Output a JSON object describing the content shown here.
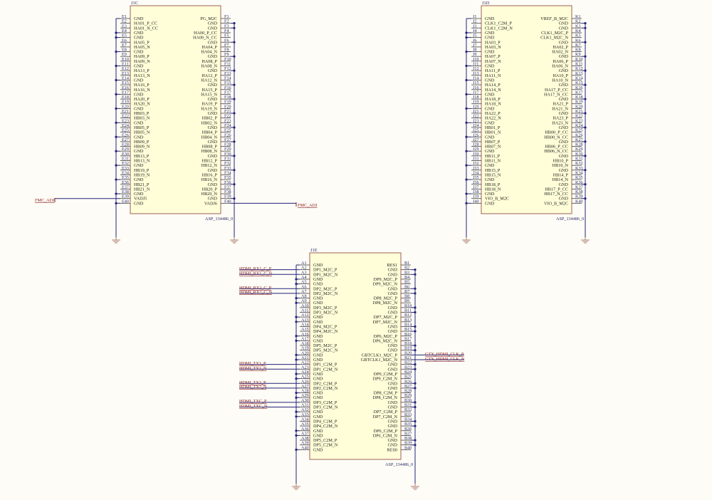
{
  "parts": [
    {
      "id": "j1c",
      "designator": "J1C",
      "comment": "ASP_134486_0",
      "left_prefix": "E",
      "right_prefix": "F",
      "left_names": [
        "GND",
        "HA01_P_CC",
        "HA01_N_CC",
        "GND",
        "GND",
        "HA05_P",
        "HA05_N",
        "GND",
        "HA09_P",
        "HA09_N",
        "GND",
        "HA13_P",
        "HA13_N",
        "GND",
        "HA16_P",
        "HA16_N",
        "GND",
        "HA20_P",
        "HA20_N",
        "GND",
        "HB03_P",
        "HB03_N",
        "GND",
        "HB05_P",
        "HB05_N",
        "GND",
        "HB09_P",
        "HB09_N",
        "GND",
        "HB13_P",
        "HB13_N",
        "GND",
        "HB19_P",
        "HB19_N",
        "GND",
        "HB21_P",
        "HB21_N",
        "GND",
        "VADJ5",
        "GND"
      ],
      "right_names": [
        "PG_M2C",
        "GND",
        "GND",
        "HA00_P_CC",
        "HA00_N_CC",
        "GND",
        "HA04_P",
        "HA04_N",
        "GND",
        "HA08_P",
        "HA08_N",
        "GND",
        "HA12_P",
        "HA12_N",
        "GND",
        "HA15_P",
        "HA15_N",
        "GND",
        "HA19_P",
        "HA19_N",
        "GND",
        "HB02_P",
        "HB02_N",
        "GND",
        "HB04_P",
        "HB04_N",
        "GND",
        "HB08_P",
        "HB08_N",
        "GND",
        "HB12_P",
        "HB12_N",
        "GND",
        "HB16_P",
        "HB16_N",
        "GND",
        "HB20_P",
        "HB20_N",
        "GND",
        "VADJ6"
      ]
    },
    {
      "id": "j1d",
      "designator": "J1D",
      "comment": "ASP_134486_0",
      "left_prefix": "J",
      "right_prefix": "K",
      "left_names": [
        "GND",
        "CLK1_C2M_P",
        "CLK1_C2M_N",
        "GND",
        "GND",
        "HA03_P",
        "HA03_N",
        "GND",
        "HA07_P",
        "HA07_N",
        "GND",
        "HA11_P",
        "HA11_N",
        "GND",
        "HA14_P",
        "HA14_N",
        "GND",
        "HA18_P",
        "HA18_N",
        "GND",
        "HA22_P",
        "HA22_N",
        "GND",
        "HB01_P",
        "HB01_N",
        "GND",
        "HB07_P",
        "HB07_N",
        "GND",
        "HB11_P",
        "HB11_N",
        "GND",
        "HB15_P",
        "HB15_N",
        "GND",
        "HB18_P",
        "HB18_N",
        "GND",
        "VIO_B_M2C",
        "GND"
      ],
      "right_names": [
        "VREF_B_M2C",
        "GND",
        "GND",
        "CLK1_M2C_P",
        "CLK1_M2C_N",
        "GND",
        "HA02_P",
        "HA02_N",
        "GND",
        "HA06_P",
        "HA06_N",
        "GND",
        "HA10_P",
        "HA10_N",
        "GND",
        "HA17_P_CC",
        "HA17_N_CC",
        "GND",
        "HA21_P",
        "HA21_N",
        "GND",
        "HA23_P",
        "HA23_N",
        "GND",
        "HB00_P_CC",
        "HB00_N_CC",
        "GND",
        "HB06_P_CC",
        "HB06_N_CC",
        "GND",
        "HB10_P",
        "HB10_N",
        "GND",
        "HB14_P",
        "HB14_N",
        "GND",
        "HB17_P_CC",
        "HB17_N_CC",
        "GND",
        "VIO_B_M2C"
      ]
    },
    {
      "id": "j1e",
      "designator": "J1E",
      "comment": "ASP_134486_0",
      "left_prefix": "A",
      "right_prefix": "B",
      "left_names": [
        "GND",
        "DP1_M2C_P",
        "DP1_M2C_N",
        "GND",
        "GND",
        "DP2_M2C_P",
        "DP2_M2C_N",
        "GND",
        "GND",
        "DP3_M2C_P",
        "DP3_M2C_N",
        "GND",
        "GND",
        "DP4_M2C_P",
        "DP4_M2C_N",
        "GND",
        "GND",
        "DP5_M2C_P",
        "DP5_M2C_N",
        "GND",
        "GND",
        "DP1_C2M_P",
        "DP1_C2M_N",
        "GND",
        "GND",
        "DP2_C2M_P",
        "DP2_C2M_N",
        "GND",
        "GND",
        "DP3_C2M_P",
        "DP3_C2M_N",
        "GND",
        "GND",
        "DP4_C2M_P",
        "DP4_C2M_N",
        "GND",
        "GND",
        "DP5_C2M_P",
        "DP5_C2M_N",
        "GND"
      ],
      "right_names": [
        "RES1",
        "GND",
        "GND",
        "DP9_M2C_P",
        "DP9_M2C_N",
        "GND",
        "GND",
        "DP8_M2C_P",
        "DP8_M2C_N",
        "GND",
        "GND",
        "DP7_M2C_P",
        "DP7_M2C_N",
        "GND",
        "GND",
        "DP6_M2C_P",
        "DP6_M2C_N",
        "GND",
        "GND",
        "GBTCLK1_M2C_P",
        "GBTCLK1_M2C_N",
        "GND",
        "GND",
        "DP9_C2M_P",
        "DP9_C2M_N",
        "GND",
        "GND",
        "DP8_C2M_P",
        "DP8_C2M_N",
        "GND",
        "GND",
        "DP7_C2M_P",
        "DP7_C2M_N",
        "GND",
        "GND",
        "DP6_C2M_P",
        "DP6_C2M_N",
        "GND",
        "GND",
        "RES0"
      ]
    }
  ],
  "net_labels": {
    "fmc_adj_left": "FMC_ADJ",
    "fmc_adj_right": "FMC_ADJ",
    "hdmi_rx1_p": "HDMI_RX1_C_P",
    "hdmi_rx1_n": "HDMI_RX1_C_N",
    "hdmi_rx2_p": "HDMI_RX2_C_P",
    "hdmi_rx2_n": "HDMI_RX2_C_N",
    "hdmi_tx1_p": "HDMI_TX1_P",
    "hdmi_tx1_n": "HDMI_TX1_N",
    "hdmi_tx2_p": "HDMI_TX2_P",
    "hdmi_tx2_n": "HDMI_TX2_N",
    "hdmi_txc_p": "HDMI_TXC_P",
    "hdmi_txc_n": "HDMI_TXC_N",
    "gtx_clk_p": "GTX_HDMI_CLK_P",
    "gtx_clk_n": "GTX_HDMI_CLK_N"
  }
}
